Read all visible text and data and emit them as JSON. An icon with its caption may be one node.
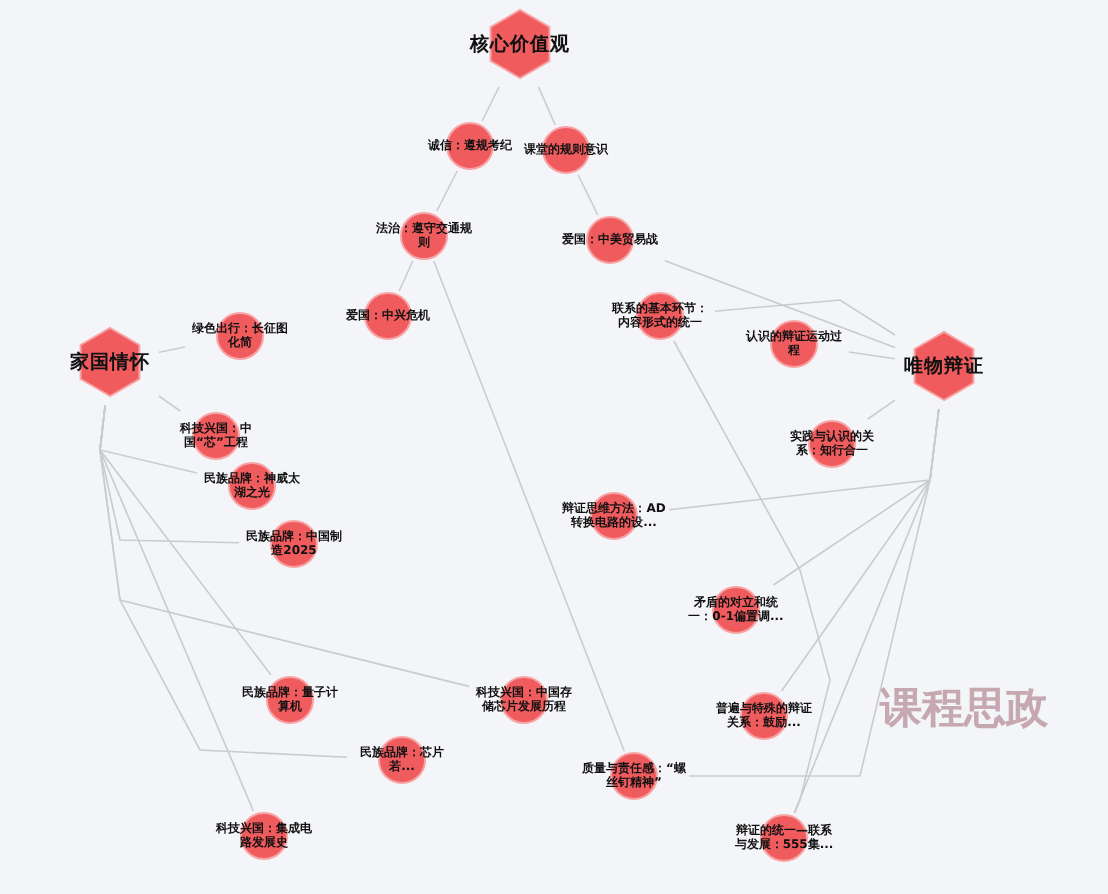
{
  "diagram": {
    "nodes": [
      {
        "text": [
          "核心价值观"
        ]
      },
      {
        "text": [
          "家国情怀"
        ]
      },
      {
        "text": [
          "唯物辩证"
        ]
      },
      {
        "text": [
          "诚信：遵规考纪"
        ]
      },
      {
        "text": [
          "课堂的规则意识"
        ]
      },
      {
        "text": [
          "法治：遵守交通规则"
        ]
      },
      {
        "text": [
          "爱国：中美贸易战"
        ]
      },
      {
        "text": [
          "爱国：中兴危机"
        ]
      },
      {
        "text": [
          "联系的基本环节：内容形式的统一"
        ]
      },
      {
        "text": [
          "绿色出行：长征图化简"
        ]
      },
      {
        "text": [
          "认识的辩证运动过程"
        ]
      },
      {
        "text": [
          "科技兴国：中国“芯”工程"
        ]
      },
      {
        "text": [
          "实践与认识的关系：知行合一"
        ]
      },
      {
        "text": [
          "民族品牌：神威太湖之光"
        ]
      },
      {
        "text": [
          "辩证思维方法：AD转换电路的设..."
        ]
      },
      {
        "text": [
          "民族品牌：中国制造2025"
        ]
      },
      {
        "text": [
          "矛盾的对立和统一：0-1偏置调..."
        ]
      },
      {
        "text": [
          "民族品牌：量子计算机"
        ]
      },
      {
        "text": [
          "科技兴国：中国存储芯片发展历程"
        ]
      },
      {
        "text": [
          "普遍与特殊的辩证关系：鼓励..."
        ]
      },
      {
        "text": [
          "民族品牌：芯片若..."
        ]
      },
      {
        "text": [
          "质量与责任感：“螺丝钉精神”"
        ]
      },
      {
        "text": [
          "科技兴国：集成电路发展史"
        ]
      },
      {
        "text": [
          "辩证的统一—联系与发展：555集..."
        ]
      }
    ],
    "edges": [
      {
        "from": 0,
        "to": 3,
        "arrow": "none"
      },
      {
        "from": 0,
        "to": 4,
        "arrow": "none"
      },
      {
        "from": 3,
        "to": 5,
        "arrow": "none"
      },
      {
        "from": 4,
        "to": 6,
        "arrow": "none"
      },
      {
        "from": 5,
        "to": 7,
        "arrow": "none"
      },
      {
        "from": 6,
        "to": 2,
        "arrow": "none"
      },
      {
        "from": 5,
        "to": 21,
        "arrow": "none"
      },
      {
        "from": 1,
        "to": 9,
        "arrow": "none"
      },
      {
        "from": 1,
        "to": 11,
        "arrow": "none"
      },
      {
        "from": 1,
        "to": 13,
        "arrow": "none"
      },
      {
        "from": 1,
        "to": 15,
        "arrow": "none"
      },
      {
        "from": 1,
        "to": 17,
        "arrow": "none"
      },
      {
        "from": 1,
        "to": 22,
        "arrow": "none"
      },
      {
        "from": 1,
        "to": 18,
        "arrow": "none"
      },
      {
        "from": 1,
        "to": 20,
        "arrow": "none"
      },
      {
        "from": 2,
        "to": 10,
        "arrow": "none"
      },
      {
        "from": 2,
        "to": 8,
        "arrow": "none"
      },
      {
        "from": 2,
        "to": 12,
        "arrow": "none"
      },
      {
        "from": 2,
        "to": 14,
        "arrow": "none"
      },
      {
        "from": 2,
        "to": 16,
        "arrow": "none"
      },
      {
        "from": 2,
        "to": 19,
        "arrow": "none"
      },
      {
        "from": 2,
        "to": 23,
        "arrow": "none"
      },
      {
        "from": 2,
        "to": 21,
        "arrow": "none"
      },
      {
        "from": 8,
        "to": 23,
        "arrow": "none"
      }
    ],
    "labels": [
      "课程思政"
    ]
  }
}
